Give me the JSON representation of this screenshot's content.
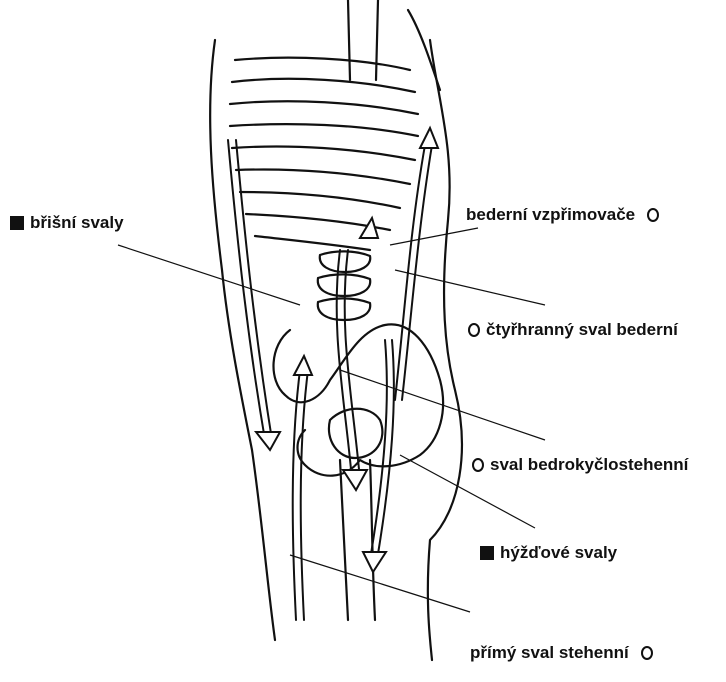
{
  "labels": {
    "abdominal": {
      "text": "břišní svaly",
      "marker": "filled-square"
    },
    "erector": {
      "text": "bederní vzpřimovače",
      "marker": "open-circle"
    },
    "quadratus": {
      "text": "čtyřhranný sval bederní",
      "marker": "open-circle"
    },
    "iliopsoas": {
      "text": "sval bedrokyčlostehenní",
      "marker": "open-circle"
    },
    "gluteal": {
      "text": "hýžďové svaly",
      "marker": "filled-square"
    },
    "rectus": {
      "text": "přímý sval stehenní",
      "marker": "open-circle"
    }
  },
  "colors": {
    "ink": "#111111",
    "background": "#ffffff"
  }
}
